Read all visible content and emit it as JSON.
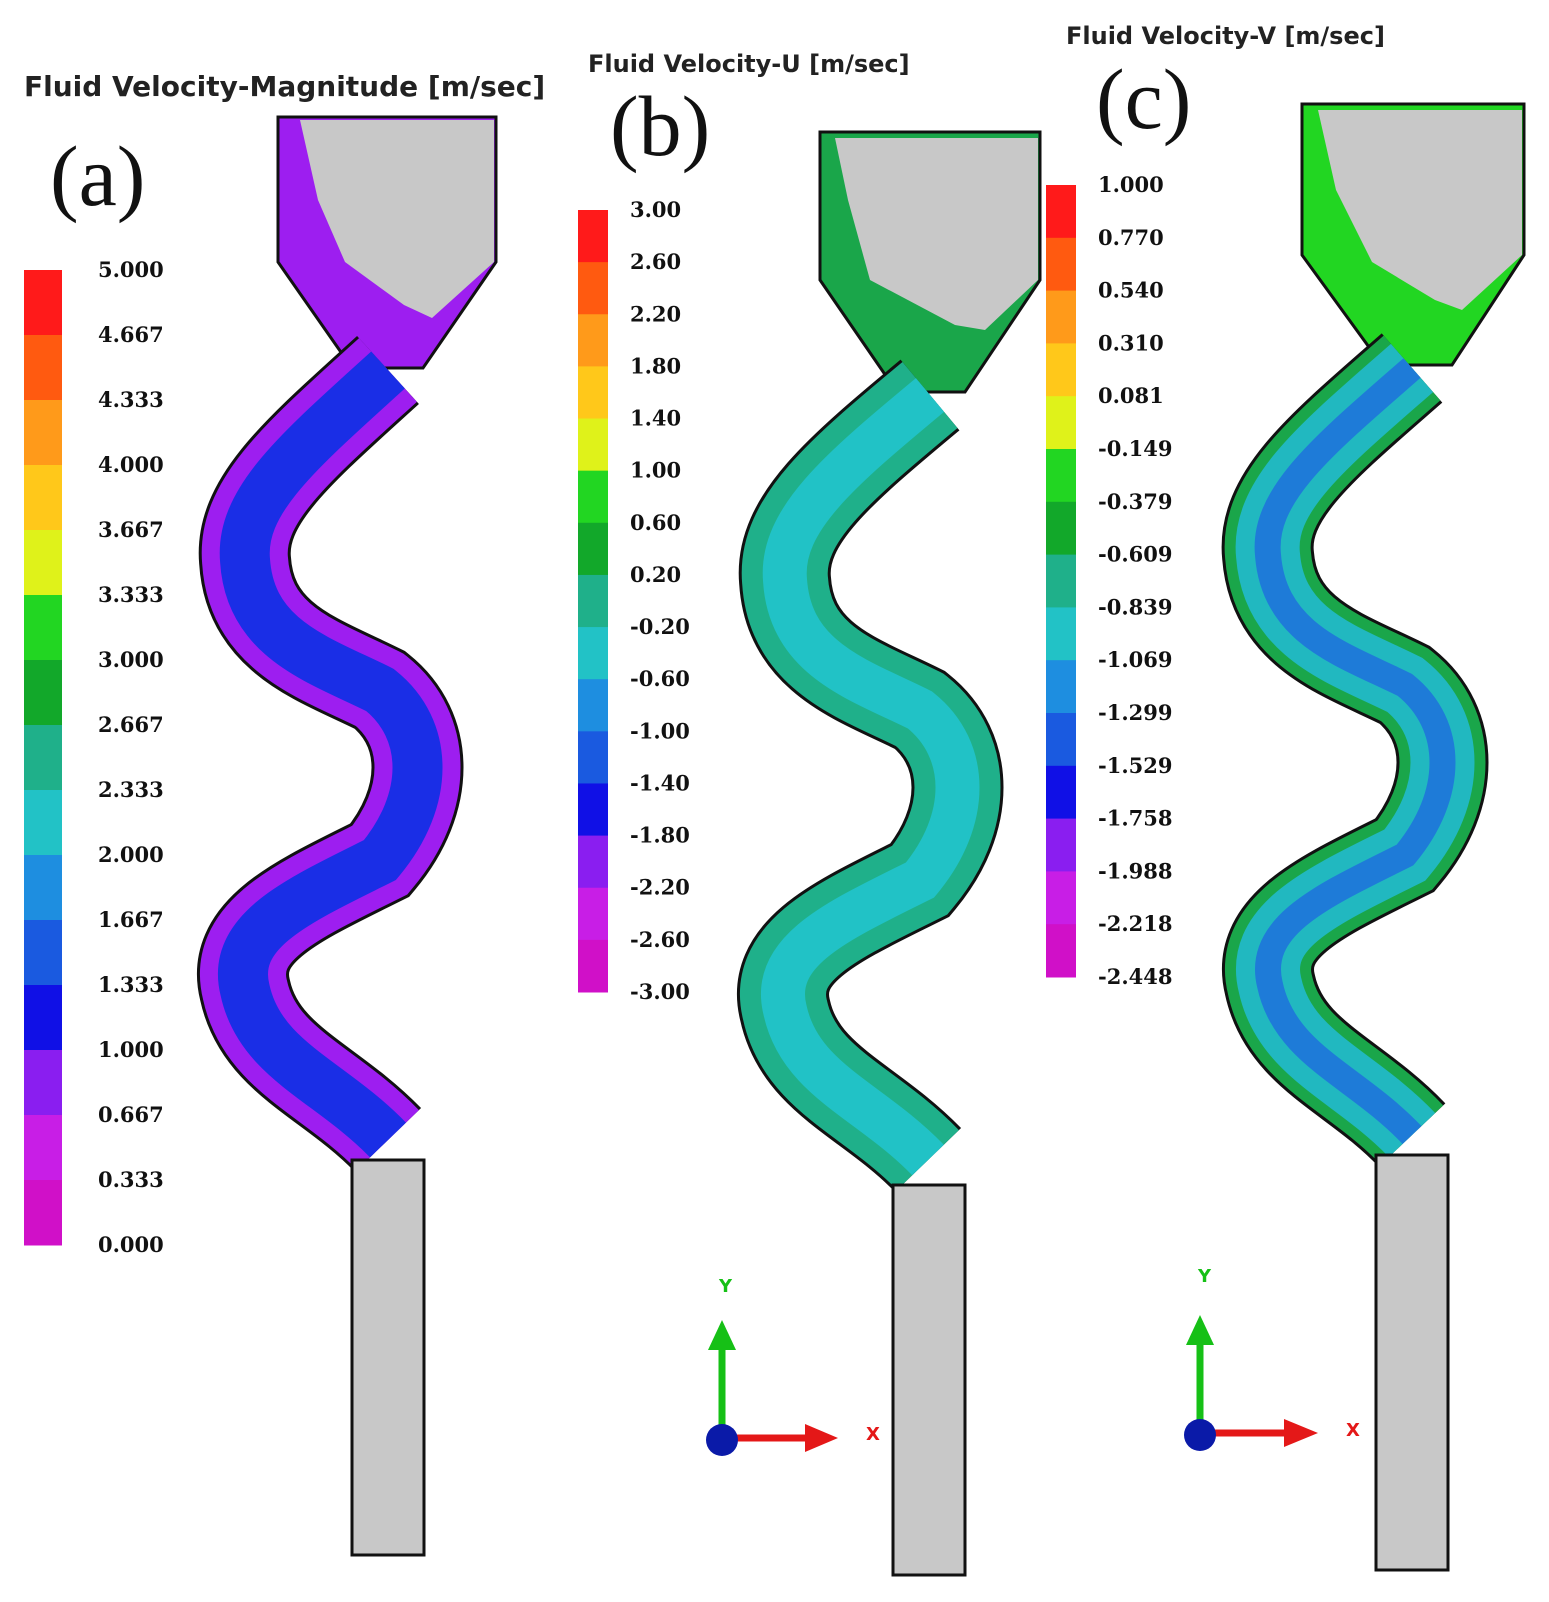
{
  "panels": [
    {
      "id": "a",
      "label": "(a)",
      "title": "Fluid Velocity-Magnitude [m/sec]",
      "legend_ticks": [
        "5.000",
        "4.667",
        "4.333",
        "4.000",
        "3.667",
        "3.333",
        "3.000",
        "2.667",
        "2.333",
        "2.000",
        "1.667",
        "1.333",
        "1.000",
        "0.667",
        "0.333",
        "0.000"
      ],
      "fill_palette": [
        "#8a00ff",
        "#1a2ee6",
        "#9d1ef0"
      ]
    },
    {
      "id": "b",
      "label": "(b)",
      "title": "Fluid Velocity-U [m/sec]",
      "legend_ticks": [
        "3.00",
        "2.60",
        "2.20",
        "1.80",
        "1.40",
        "1.00",
        "0.60",
        "0.20",
        "-0.20",
        "-0.60",
        "-1.00",
        "-1.40",
        "-1.80",
        "-2.20",
        "-2.60",
        "-3.00"
      ],
      "fill_palette": [
        "#1fb08a",
        "#1aa64a",
        "#21c2c6"
      ]
    },
    {
      "id": "c",
      "label": "(c)",
      "title": "Fluid Velocity-V [m/sec]",
      "legend_ticks": [
        "1.000",
        "0.770",
        "0.540",
        "0.310",
        "0.081",
        "-0.149",
        "-0.379",
        "-0.609",
        "-0.839",
        "-1.069",
        "-1.299",
        "-1.529",
        "-1.758",
        "-1.988",
        "-2.218",
        "-2.448"
      ],
      "fill_palette": [
        "#21b8c0",
        "#1aa64a",
        "#1e7bd8"
      ]
    }
  ],
  "colorbar_colors": [
    "#ff1a1a",
    "#ff5a10",
    "#ff9a1a",
    "#ffc81a",
    "#dff21a",
    "#22d622",
    "#12a82a",
    "#1fb08a",
    "#22c2c6",
    "#1e8ee0",
    "#1a5ae0",
    "#1010e6",
    "#8a1ef0",
    "#c81ee6",
    "#d010c8"
  ],
  "axes_triads": [
    {
      "y_label": "Y",
      "x_label": "X"
    },
    {
      "y_label": "Y",
      "x_label": "X"
    }
  ],
  "colors": {
    "solid_gray": "#c8c8c8",
    "outline": "#111111",
    "y_axis": "#16c016",
    "x_axis": "#e41818",
    "z_dot": "#0a1aa8"
  }
}
